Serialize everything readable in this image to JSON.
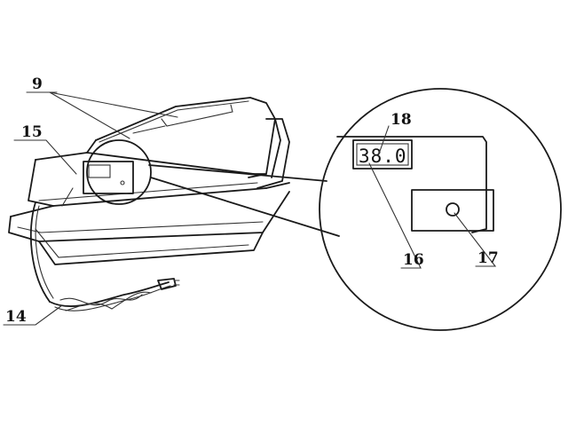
{
  "labels": {
    "l9": "9",
    "l15": "15",
    "l14": "14",
    "l18": "18",
    "l16": "16",
    "l17": "17"
  },
  "display_reading": "38.0"
}
